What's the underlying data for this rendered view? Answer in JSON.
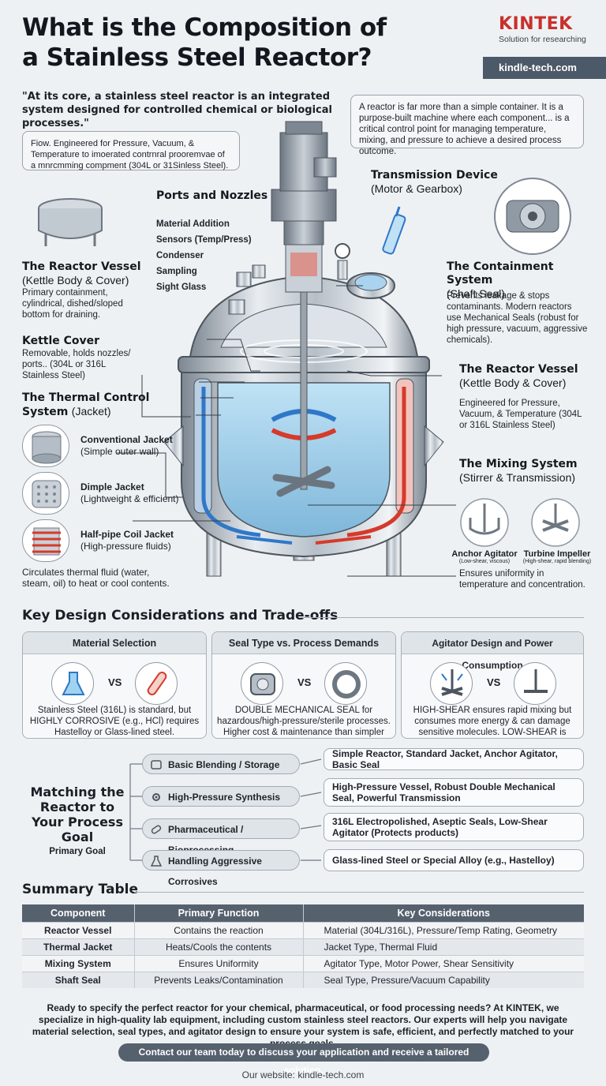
{
  "header": {
    "title": "What is the Composition of a Stainless Steel Reactor?",
    "brand": "KINTEK",
    "brand_tagline": "Solution for researching",
    "site": "kindle-tech.com"
  },
  "intro": {
    "quote": "\"At its core, a stainless steel reactor is an integrated system designed for controlled chemical or biological processes.\"",
    "left_bubble": "Fiow. Engineered for Pressure, Vacuum, & Temperature to imoerated contrnral prooremvae of a mnrcmming compment (304L or 31Sinless Steel).",
    "right_bubble": "A reactor is far more than a simple container. It is a purpose-built machine where each component... is a critical control point for managing temperature, mixing, and pressure to achieve a desired process outcome."
  },
  "ports": {
    "title": "Ports and Nozzles",
    "items": [
      "Material Addition",
      "Sensors (Temp/Press)",
      "Condenser",
      "Sampling",
      "Sight Glass"
    ]
  },
  "vessel_left": {
    "title": "The Reactor Vessel",
    "subtitle": "(Kettle Body & Cover)",
    "desc": "Primary containment, cylindrical, dished/sloped bottom for draining."
  },
  "kettle_cover": {
    "title": "Kettle Cover",
    "desc": "Removable, holds nozzles/ ports.. (304L or 316L Stainless Steel)"
  },
  "thermal": {
    "title": "The Thermal Control",
    "title2": "System",
    "subtitle": "(Jacket)",
    "jackets": [
      {
        "name": "Conventional Jacket",
        "desc": "(Simple outer wall)"
      },
      {
        "name": "Dimple Jacket",
        "desc": "(Lightweight & efficient)"
      },
      {
        "name": "Half-pipe Coil Jacket",
        "desc": "(High-pressure fluids)"
      }
    ],
    "footer": "Circulates thermal fluid (water, steam, oil) to heat or cool contents."
  },
  "transmission": {
    "title": "Transmission Device",
    "subtitle": "(Motor & Gearbox)"
  },
  "containment": {
    "title": "The Containment System",
    "subtitle": "(Shaft Seal)",
    "desc": "Prevents leakage & stops contaminants. Modern reactors use Mechanical Seals (robust for high pressure, vacuum, aggressive chemicals)."
  },
  "vessel_right": {
    "title": "The Reactor Vessel",
    "subtitle": "(Kettle Body & Cover)",
    "desc": "Engineered for Pressure, Vacuum, & Temperature (304L or 316L Stainless Steel)"
  },
  "mixing": {
    "title": "The Mixing System",
    "subtitle": "(Stirrer & Transmission)",
    "agitators": [
      {
        "name": "Anchor Agitator",
        "note": "(Low-shear, viscous)"
      },
      {
        "name": "Turbine Impeller",
        "note": "(High-shear, rapid blending)"
      }
    ],
    "footer": "Ensures uniformity in temperature and concentration."
  },
  "considerations": {
    "heading": "Key Design Considerations and Trade-offs",
    "cards": [
      {
        "title": "Material Selection",
        "vs": "VS",
        "text": "Stainless Steel (316L) is standard, but HIGHLY CORROSIVE (e.g., HCl) requires Hastelloy or Glass-lined steel."
      },
      {
        "title": "Seal Type vs. Process Demands",
        "vs": "VS",
        "text": "DOUBLE MECHANICAL SEAL for hazardous/high-pressure/sterile processes. Higher cost & maintenance than simpler seals."
      },
      {
        "title": "Agitator Design and Power Consumption",
        "vs": "VS",
        "text": "HIGH-SHEAR ensures rapid mixing but consumes more energy & can damage sensitive molecules. LOW-SHEAR is gentler."
      }
    ]
  },
  "matching": {
    "heading": "Matching the Reactor to Your Process Goal",
    "sub": "Primary Goal",
    "goals": [
      {
        "goal": "Basic Blending / Storage",
        "result": "Simple Reactor, Standard Jacket, Anchor Agitator, Basic Seal"
      },
      {
        "goal": "High-Pressure Synthesis",
        "result": "High-Pressure Vessel, Robust Double Mechanical Seal, Powerful Transmission"
      },
      {
        "goal": "Pharmaceutical / Bioprocessing",
        "result": "316L Electropolished, Aseptic Seals, Low-Shear Agitator (Protects products)"
      },
      {
        "goal": "Handling Aggressive Corrosives",
        "result": "Glass-lined Steel or Special Alloy (e.g., Hastelloy)"
      }
    ]
  },
  "summary": {
    "heading": "Summary Table",
    "columns": [
      "Component",
      "Primary Function",
      "Key Considerations"
    ],
    "rows": [
      [
        "Reactor Vessel",
        "Contains the reaction",
        "Material (304L/316L), Pressure/Temp Rating, Geometry"
      ],
      [
        "Thermal Jacket",
        "Heats/Cools the contents",
        "Jacket Type, Thermal Fluid"
      ],
      [
        "Mixing System",
        "Ensures Uniformity",
        "Agitator Type, Motor Power, Shear Sensitivity"
      ],
      [
        "Shaft Seal",
        "Prevents Leaks/Contamination",
        "Seal Type, Pressure/Vacuum Capability"
      ]
    ]
  },
  "cta": {
    "text": "Ready to specify the perfect reactor for your chemical, pharmaceutical, or food processing needs? At KINTEK, we specialize in high-quality lab equipment, including custom stainless steel reactors. Our experts will help you navigate material selection, seal types, and agitator design to ensure your system is safe, efficient, and perfectly matched to your process goals.",
    "button": "Contact our team today to discuss your application and receive a tailored solution.",
    "footer": "Our website: kindle-tech.com"
  }
}
